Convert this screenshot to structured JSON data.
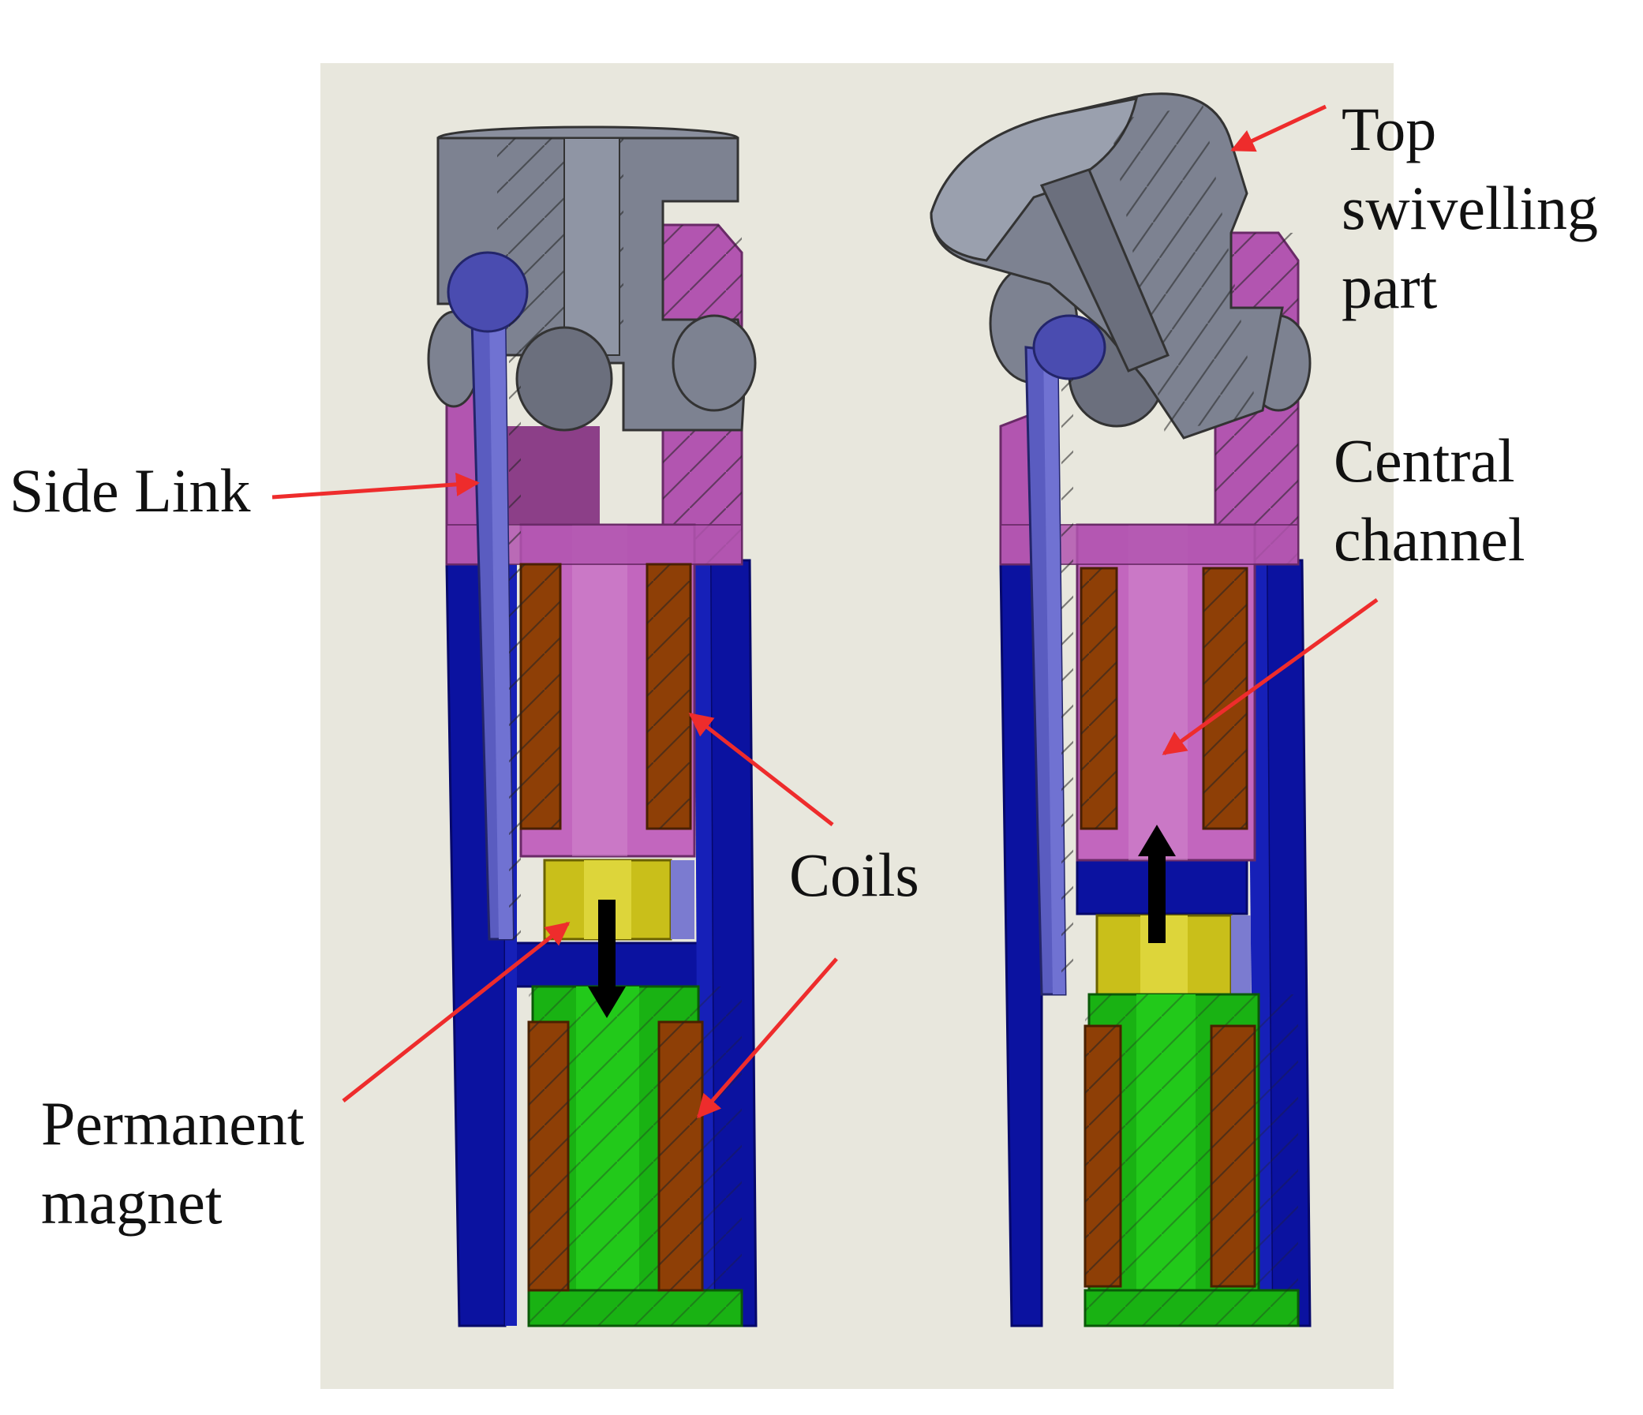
{
  "labels": {
    "side_link": "Side Link",
    "top_swivelling": [
      "Top",
      "swivelling",
      "part"
    ],
    "central_channel": [
      "Central",
      "channel"
    ],
    "coils": "Coils",
    "permanent_magnet": [
      "Permanent",
      "magnet"
    ]
  },
  "colors": {
    "panel_background": "#e8e7dd",
    "outer_housing": "#0b12a0",
    "side_link": "#5a5cc0",
    "top_part": "#7d8291",
    "pink_part": "#b255b0",
    "coil": "#8e3f06",
    "magnet": "#c9bf1a",
    "green_core": "#19b213",
    "arrow_red": "#ee2c2c",
    "motion_arrow": "#000000"
  }
}
